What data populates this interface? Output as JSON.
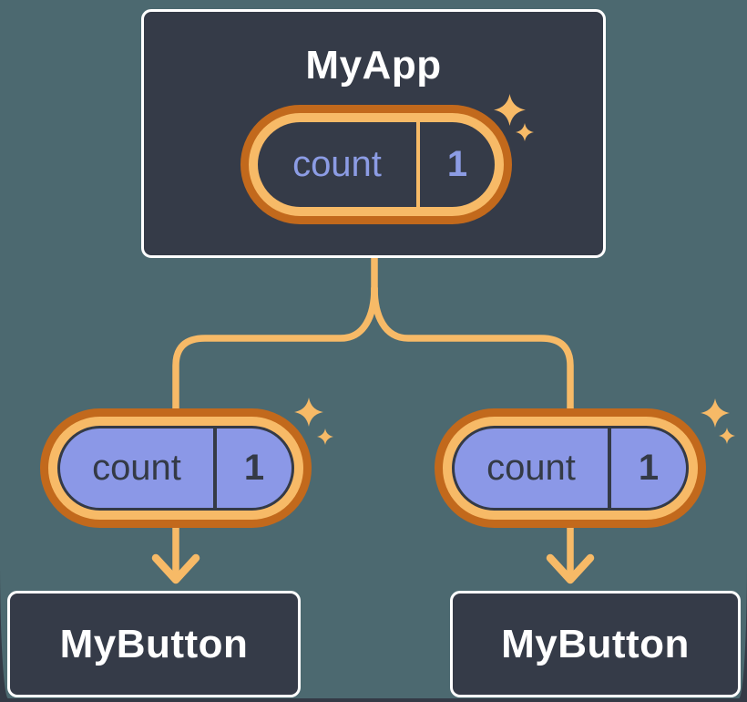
{
  "page": {
    "background": "#343A46",
    "panel_background": "#4C6970"
  },
  "palette": {
    "box_fill": "#353B48",
    "box_border": "#FFFFFF",
    "orange_dark": "#C2691C",
    "orange_light": "#F7BA67",
    "purple_fill": "#8B98E7",
    "lavender_text": "#8C9CE4",
    "dark_text": "#343A46",
    "white_text": "#FFFFFF"
  },
  "icons": {
    "sparkle": "four-point-star",
    "arrow": "down-arrow-chevron"
  },
  "tree": {
    "root": {
      "title": "MyApp",
      "state": {
        "label": "count",
        "value": "1"
      }
    },
    "children": [
      {
        "title": "MyButton",
        "state": {
          "label": "count",
          "value": "1"
        }
      },
      {
        "title": "MyButton",
        "state": {
          "label": "count",
          "value": "1"
        }
      }
    ]
  }
}
